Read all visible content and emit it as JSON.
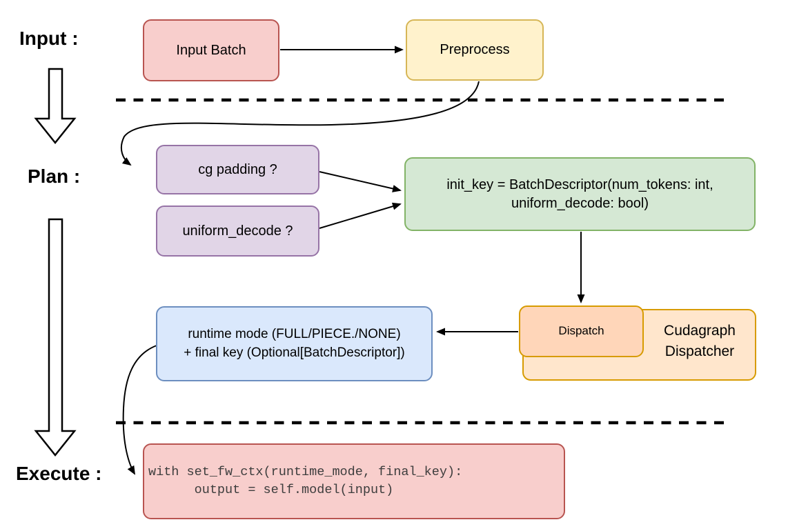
{
  "sections": {
    "input_label": "Input :",
    "plan_label": "Plan :",
    "execute_label": "Execute :"
  },
  "boxes": {
    "input_batch": {
      "label": "Input Batch"
    },
    "preprocess": {
      "label": "Preprocess"
    },
    "cg_padding": {
      "label": "cg padding ?"
    },
    "uniform_decode": {
      "label": "uniform_decode ?"
    },
    "init_key": {
      "line1": "init_key = BatchDescriptor(num_tokens: int,",
      "line2": "uniform_decode: bool)"
    },
    "runtime": {
      "line1": "runtime mode (FULL/PIECE./NONE)",
      "line2": "+ final key (Optional[BatchDescriptor])"
    },
    "dispatch": {
      "label": "Dispatch"
    },
    "dispatcher": {
      "label": "Cudagraph Dispatcher"
    },
    "code": {
      "line1": "with set_fw_ctx(runtime_mode, final_key):",
      "line2": "      output = self.model(input)"
    }
  },
  "colors": {
    "red_fill": "#f8cecc",
    "red_stroke": "#b85450",
    "yellow_fill": "#fff2cc",
    "yellow_stroke": "#d6b656",
    "purple_fill": "#e1d5e7",
    "purple_stroke": "#9673a6",
    "green_fill": "#d5e8d4",
    "green_stroke": "#82b366",
    "orange_fill": "#ffe6cc",
    "orange_stroke": "#d79b00",
    "salmon_fill": "#ffd6b9",
    "blue_fill": "#dae8fc",
    "blue_stroke": "#6c8ebf",
    "connector": "#000000",
    "code_text": "#3d3d3d"
  }
}
